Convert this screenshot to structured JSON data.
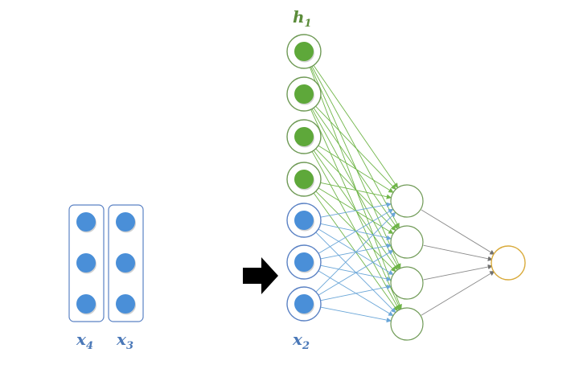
{
  "labels": {
    "h": "h",
    "h_sub": "1",
    "x2": "x",
    "x2_sub": "2",
    "x3": "x",
    "x3_sub": "3",
    "x4": "x",
    "x4_sub": "4"
  },
  "network": {
    "hidden_state_nodes": 4,
    "input_nodes": 3,
    "layer2_nodes": 4,
    "output_nodes": 1,
    "queued_inputs": 2,
    "queued_input_nodes_each": 3
  },
  "colors": {
    "blue_fill": "#4a8fd8",
    "blue_ring": "#5b82c4",
    "green_fill": "#5ea83a",
    "green_ring": "#6f9a56",
    "green_edge": "#6fb548",
    "blue_edge": "#6aa6d8",
    "gray_edge": "#8a8a8a",
    "output_ring": "#d9aa3a",
    "arrow": "#000000",
    "label_green": "#5b8c3a",
    "label_blue": "#4a78b8"
  },
  "icons": {
    "input_arrow": "right-arrow-icon"
  }
}
